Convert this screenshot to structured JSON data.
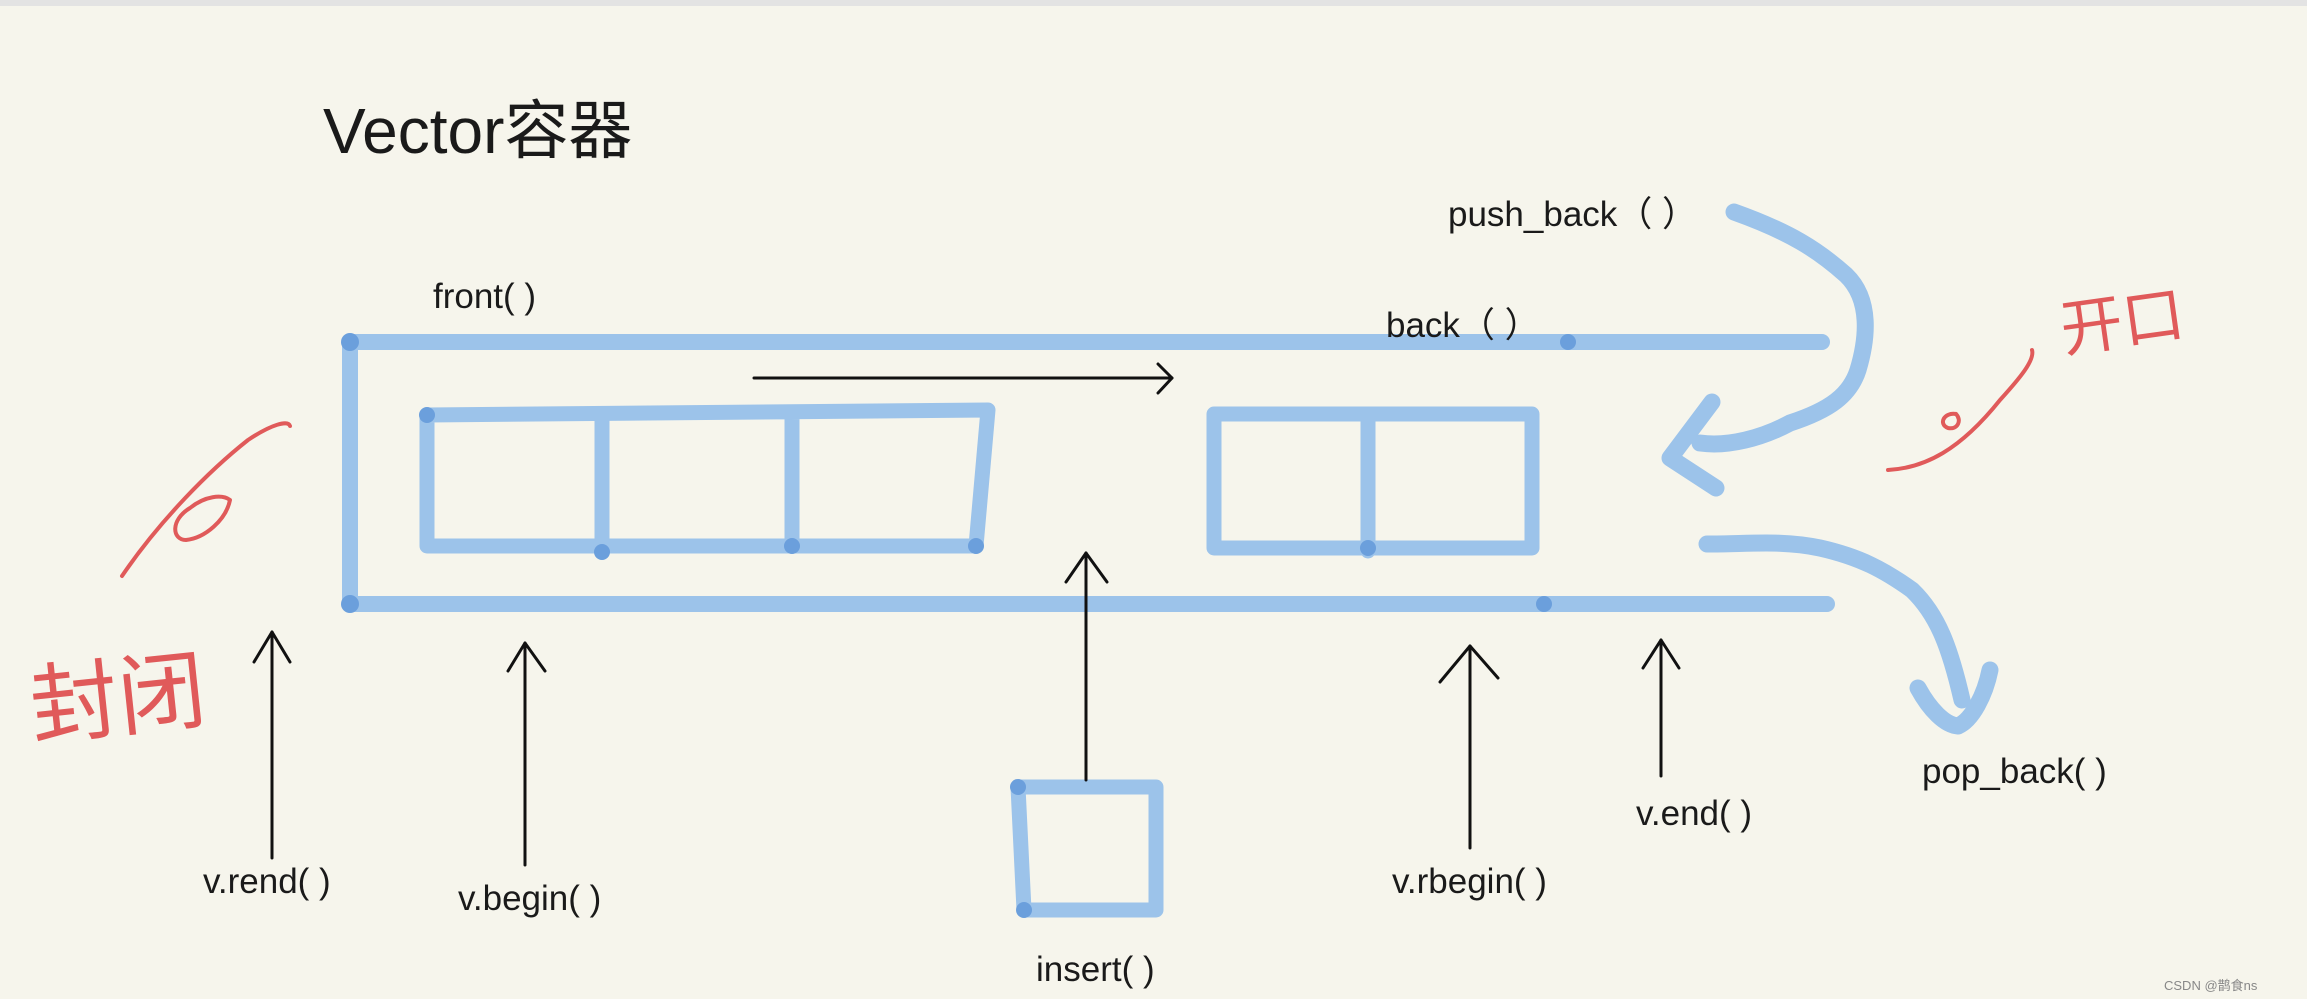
{
  "title": "Vector容器",
  "labels": {
    "push_back": "push_back（ ）",
    "front": "front( )",
    "back": "back（ ）",
    "pop_back": "pop_back( )",
    "v_rend": "v.rend( )",
    "v_begin": "v.begin( )",
    "insert": "insert( )",
    "v_rbegin": "v.rbegin( )",
    "v_end": "v.end( )"
  },
  "annotations": {
    "opening": "开口",
    "closed": "封闭"
  },
  "watermark": "CSDN @鹊食ns",
  "colors": {
    "background": "#f6f5ec",
    "container": "#9cc3ea",
    "ink": "#1a1a1a",
    "annotation": "#e05a5a"
  }
}
